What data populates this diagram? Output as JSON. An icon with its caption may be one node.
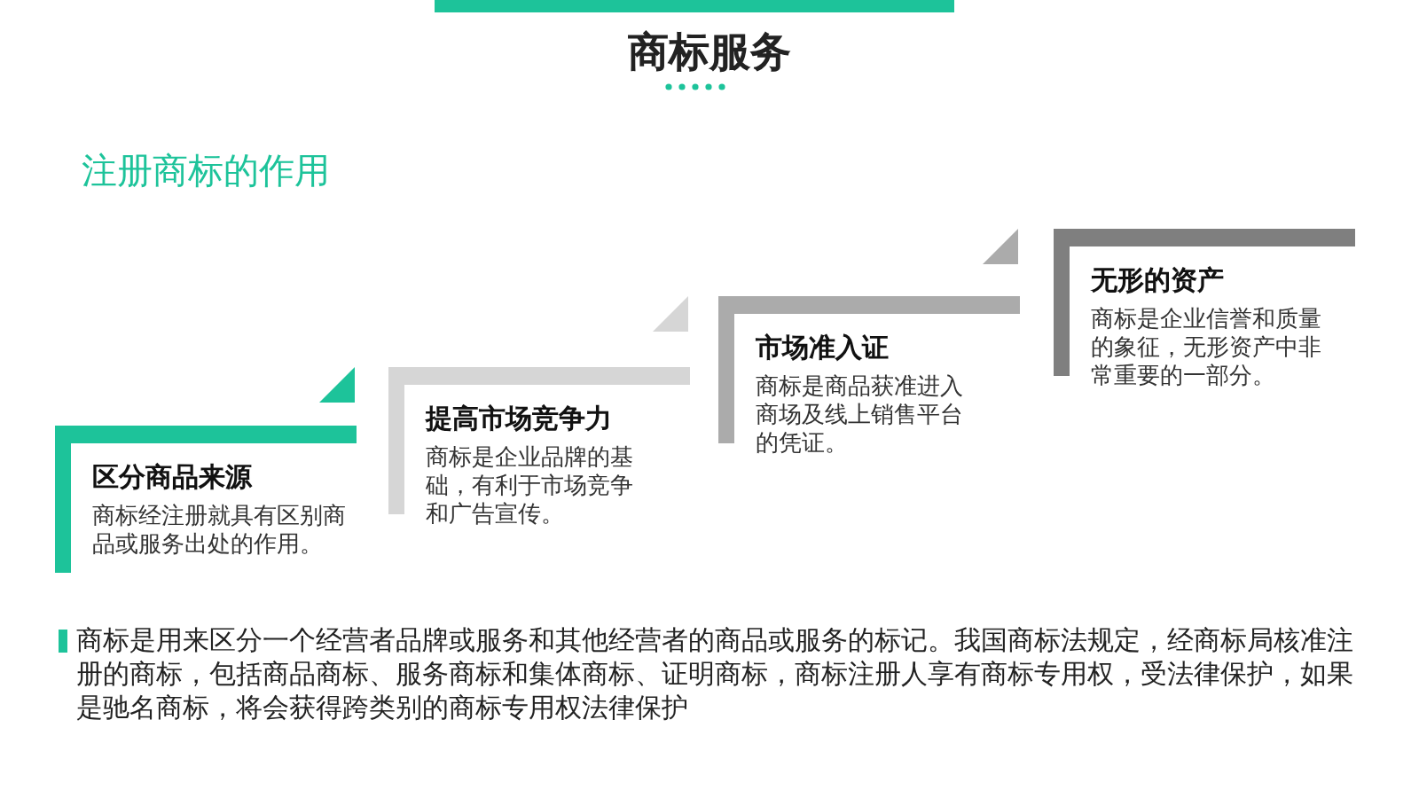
{
  "diagram": {
    "title": "商标服务",
    "nodes": [
      {
        "text": [
          "区分商品来源",
          "商标经注册就具有区别商品或服务出处的作用。"
        ]
      },
      {
        "text": [
          "提高市场竞争力",
          "商标是企业品牌的基础，有利于市场竞争和广告宣传。"
        ]
      },
      {
        "text": [
          "市场准入证",
          "商标是商品获准进入商场及线上销售平台的凭证。"
        ]
      },
      {
        "text": [
          "无形的资产",
          "商标是企业信誉和质量的象征，无形资产中非常重要的一部分。"
        ]
      }
    ],
    "edges": [
      {
        "from": 1,
        "to": 0,
        "arrow": "to"
      },
      {
        "from": 2,
        "to": 1,
        "arrow": "to"
      },
      {
        "from": 3,
        "to": 2,
        "arrow": "to"
      }
    ],
    "labels": [
      "注册商标的作用",
      "商标是用来区分一个经营者品牌或服务和其他经营者的商品或服务的标记。我国商标法规定，经商标局核准注册的商标，包括商品商标、服务商标和集体商标、证明商标，商标注册人享有商标专用权，受法律保护，如果是驰名商标，将会获得跨类别的商标专用权法律保护"
    ]
  }
}
